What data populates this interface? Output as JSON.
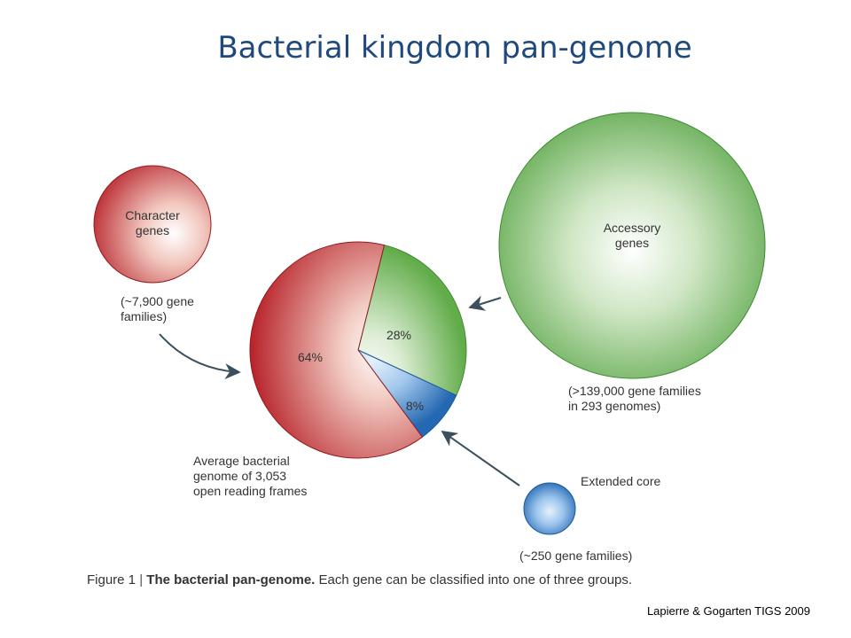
{
  "title": "Bacterial kingdom pan-genome",
  "nodes": {
    "character": {
      "label_line1": "Character",
      "label_line2": "genes",
      "note_line1": "(~7,900 gene",
      "note_line2": "families)"
    },
    "accessory": {
      "label_line1": "Accessory",
      "label_line2": "genes",
      "note_line1": "(>139,000 gene families",
      "note_line2": "in 293 genomes)"
    },
    "extended": {
      "label": "Extended core",
      "note": "(~250 gene families)"
    },
    "genome": {
      "note_line1": "Average bacterial",
      "note_line2": "genome of 3,053",
      "note_line3": "open reading frames"
    }
  },
  "pie": {
    "slices": [
      {
        "name": "character",
        "label": "64%",
        "value": 64,
        "color": "#c0282d"
      },
      {
        "name": "accessory",
        "label": "28%",
        "value": 28,
        "color": "#5faa46"
      },
      {
        "name": "extended",
        "label": "8%",
        "value": 8,
        "color": "#2d74bc"
      }
    ]
  },
  "caption": {
    "figure": "Figure 1",
    "separator": "|",
    "bold": "The bacterial pan-genome.",
    "rest": "Each gene can be classified into one of three groups."
  },
  "credit": "Lapierre & Gogarten TIGS 2009"
}
